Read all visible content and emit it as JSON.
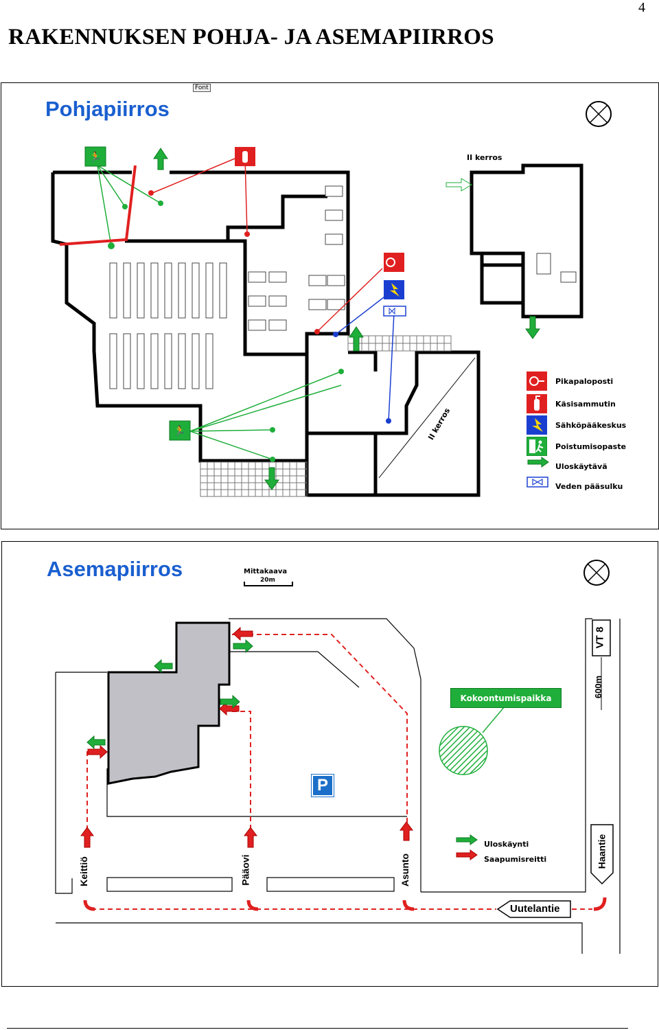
{
  "page": {
    "number": "4",
    "title": "RAKENNUKSEN POHJA- JA ASEMAPIIRROS"
  },
  "floor_plan": {
    "title": "Pohjapiirros",
    "tag": "Font",
    "labels": {
      "second_floor": "II kerros",
      "second_floor_rotated": "II kerros"
    },
    "legend": [
      {
        "icon": "fire-hose-icon",
        "label": "Pikapaloposti",
        "color": "#e02020"
      },
      {
        "icon": "fire-extinguisher-icon",
        "label": "Käsisammutin",
        "color": "#e02020"
      },
      {
        "icon": "electric-panel-icon",
        "label": "Sähköpääkeskus",
        "color": "#1a3fd0"
      },
      {
        "icon": "exit-sign-icon",
        "label": "Poistumisopaste",
        "color": "#1fae3a"
      },
      {
        "icon": "exit-arrow-icon",
        "label": "Uloskäytävä",
        "color": "#1fae3a"
      },
      {
        "icon": "water-valve-icon",
        "label": "Veden pääsulku",
        "color": "#1a3fd0"
      }
    ]
  },
  "site_plan": {
    "title": "Asemapiirros",
    "scale_label": "Mittakaava",
    "scale_value": "20m",
    "assembly_point": "Kokoontumispaikka",
    "parking": "P",
    "entrances": [
      "Keittiö",
      "Pääovi",
      "Asunto"
    ],
    "roads": {
      "main": "Uutelantie",
      "side": "Haantie",
      "highway": "VT 8",
      "highway_distance": "600m"
    },
    "legend": [
      {
        "icon": "exit-route-arrow-icon",
        "label": "Uloskäynti",
        "color": "#1fae3a"
      },
      {
        "icon": "arrival-route-arrow-icon",
        "label": "Saapumisreitti",
        "color": "#e02020"
      }
    ]
  }
}
